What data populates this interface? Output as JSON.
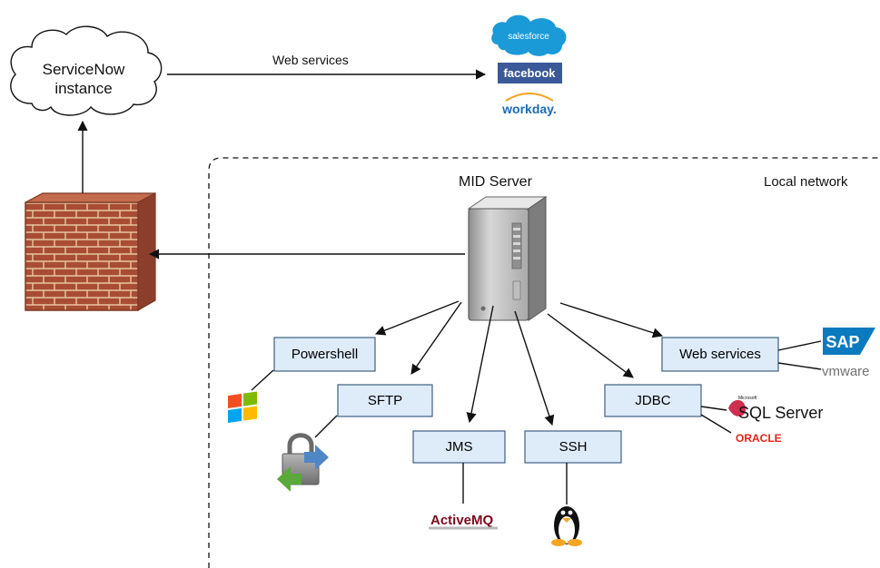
{
  "cloud": {
    "line1": "ServiceNow",
    "line2": "instance"
  },
  "labels": {
    "web_services_top": "Web services",
    "mid_server": "MID Server",
    "local_network": "Local network"
  },
  "boxes": {
    "powershell": "Powershell",
    "sftp": "SFTP",
    "jms": "JMS",
    "ssh": "SSH",
    "jdbc": "JDBC",
    "web_services": "Web services"
  },
  "logos": {
    "salesforce": "salesforce",
    "facebook": "facebook",
    "workday": "workday.",
    "sap": "SAP",
    "vmware": "vmware",
    "microsoft": "Microsoft",
    "sql_server": "SQL Server",
    "oracle": "ORACLE",
    "activemq": "ActiveMQ"
  },
  "icons": [
    "cloud-icon",
    "firewall-brick-icon",
    "server-tower-icon",
    "windows-flag-icon",
    "padlock-icon",
    "linux-penguin-icon"
  ],
  "colors": {
    "box_fill": "#deebf9",
    "box_border": "#3f5f83",
    "brick": "#a84d34",
    "salesforce_blue": "#1b9ad8",
    "facebook_blue": "#3b5998",
    "workday_blue": "#1b6bb3",
    "sap_blue": "#0b7bc0",
    "oracle_red": "#e2231a"
  }
}
